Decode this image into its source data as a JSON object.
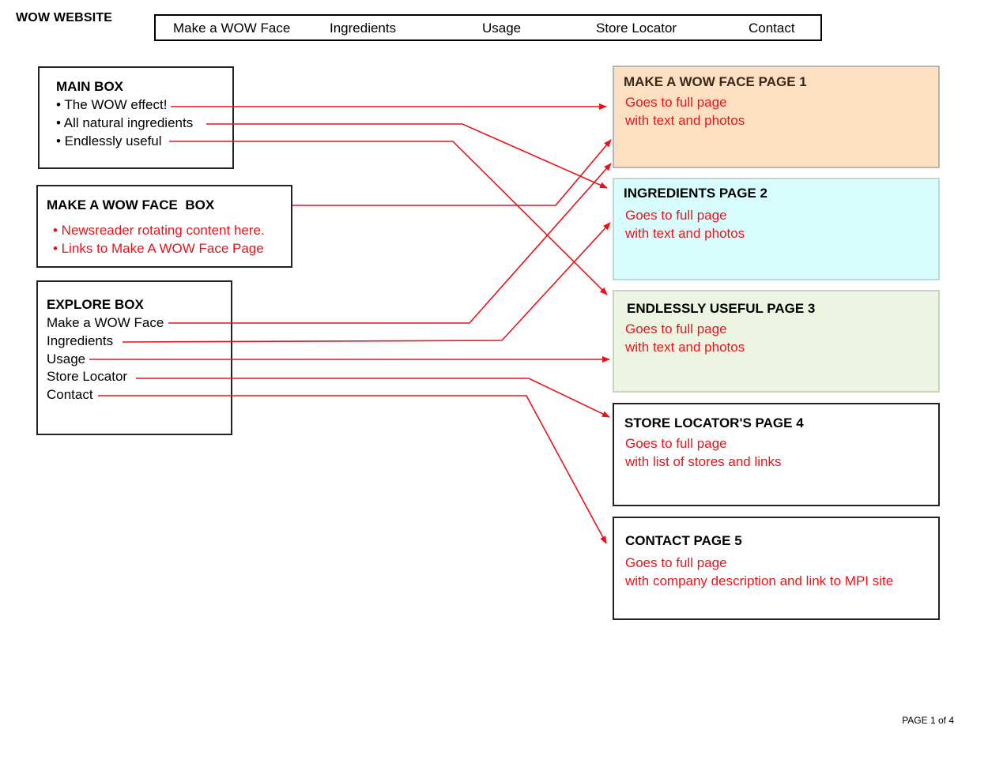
{
  "site_title": "WOW WEBSITE",
  "nav": {
    "items": [
      "Make a WOW Face",
      "Ingredients",
      "Usage",
      "Store Locator",
      "Contact"
    ]
  },
  "main_box": {
    "title": "MAIN BOX",
    "items": [
      "• The WOW effect!",
      "• All natural ingredients",
      "• Endlessly useful"
    ]
  },
  "wow_face_box": {
    "title": "MAKE A WOW FACE  BOX",
    "items": [
      "• Newsreader rotating content here.",
      "• Links to Make A WOW Face Page"
    ]
  },
  "explore_box": {
    "title": "EXPLORE BOX",
    "items": [
      "Make a WOW Face",
      "Ingredients",
      "Usage",
      "Store Locator",
      "Contact"
    ]
  },
  "pages": [
    {
      "title": "MAKE A WOW FACE PAGE 1",
      "line1": "Goes to full page",
      "line2": "with text and photos",
      "bg": "#fde0c2",
      "border": "#b5b5b5",
      "title_color": "#3a2a1a"
    },
    {
      "title": "INGREDIENTS PAGE 2",
      "line1": "Goes to full page",
      "line2": "with text and photos",
      "bg": "#d9fdfd",
      "border": "#bcd8d8",
      "title_color": "#000000"
    },
    {
      "title": "ENDLESSLY USEFUL PAGE 3",
      "line1": "Goes to full page",
      "line2": "with text and photos",
      "bg": "#edf5e2",
      "border": "#c8d4c0",
      "title_color": "#000000"
    },
    {
      "title": "STORE LOCATOR'S PAGE 4",
      "line1": "Goes to full page",
      "line2": "with list of stores and links",
      "bg": "#ffffff",
      "border": "#222222",
      "title_color": "#000000"
    },
    {
      "title": "CONTACT PAGE 5",
      "line1": "Goes to full page",
      "line2": "with company description and link to MPI site",
      "bg": "#ffffff",
      "border": "#222222",
      "title_color": "#000000"
    }
  ],
  "colors": {
    "arrow": "#e8121a",
    "red_text": "#e8121a"
  },
  "footer": "PAGE 1 of 4"
}
